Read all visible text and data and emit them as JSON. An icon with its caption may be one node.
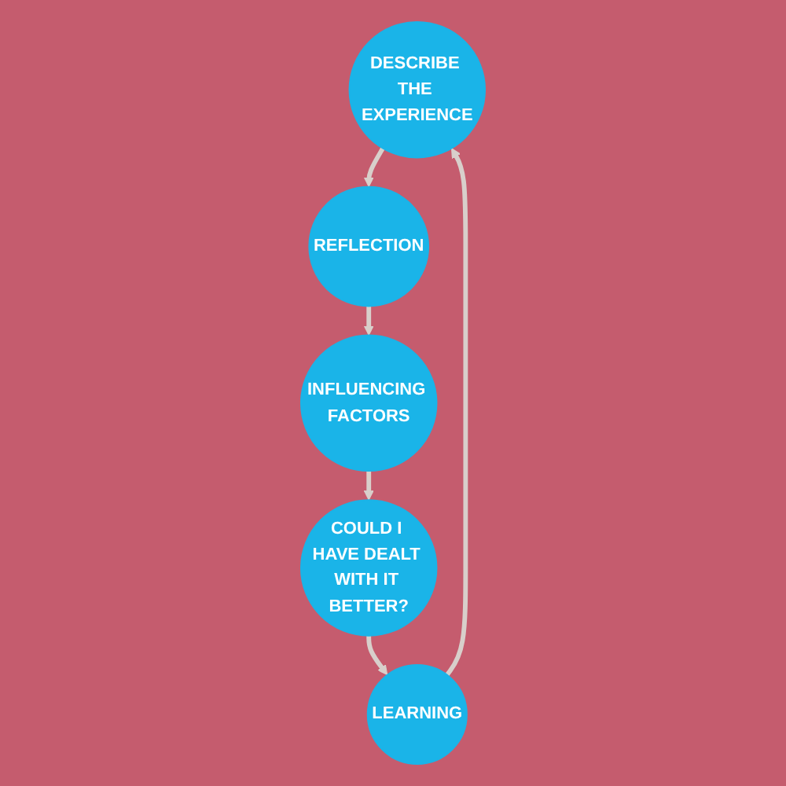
{
  "diagram": {
    "nodes": [
      {
        "text": [
          "DESCRIBE THE EXPERIENCE"
        ]
      },
      {
        "text": [
          "REFLECTION"
        ]
      },
      {
        "text": [
          "INFLUENCING FACTORS"
        ]
      },
      {
        "text": [
          "COULD I HAVE DEALT WITH IT BETTER?"
        ]
      },
      {
        "text": [
          "LEARNING"
        ]
      }
    ],
    "edges": [
      {
        "from": 0,
        "to": 1,
        "arrow": "to"
      },
      {
        "from": 1,
        "to": 2,
        "arrow": "to"
      },
      {
        "from": 2,
        "to": 3,
        "arrow": "to"
      },
      {
        "from": 3,
        "to": 4,
        "arrow": "to"
      },
      {
        "from": 4,
        "to": 0,
        "arrow": "to"
      }
    ]
  }
}
